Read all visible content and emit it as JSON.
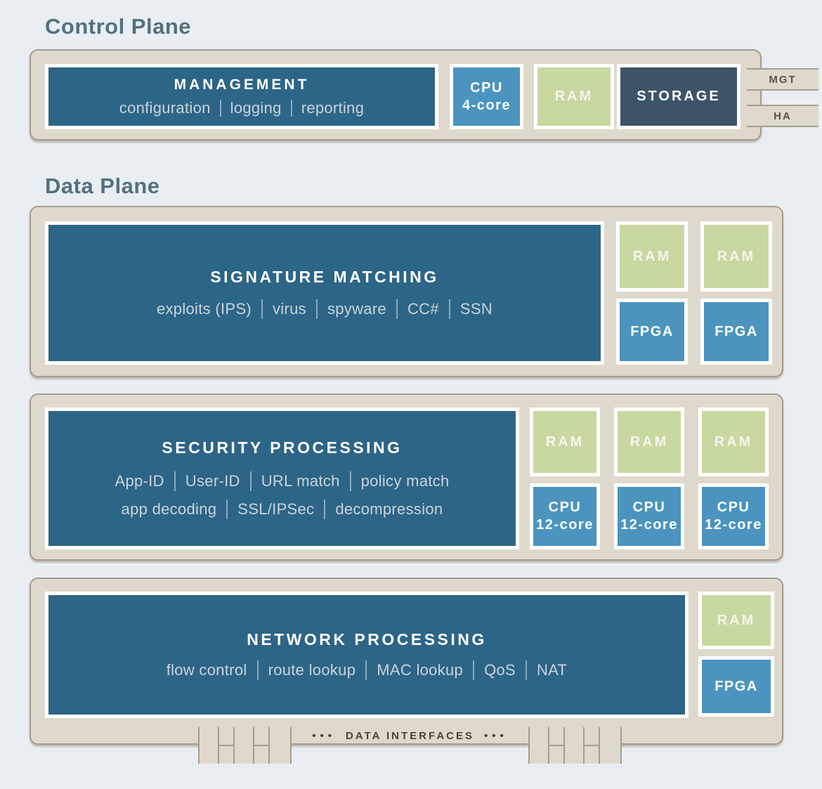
{
  "control_plane": {
    "heading": "Control Plane",
    "management": {
      "title": "MANAGEMENT",
      "functions": [
        "configuration",
        "logging",
        "reporting"
      ]
    },
    "cpu": {
      "line1": "CPU",
      "line2": "4-core"
    },
    "ram_label": "RAM",
    "storage_label": "STORAGE",
    "ports": {
      "mgt": "MGT",
      "ha": "HA"
    }
  },
  "data_plane": {
    "heading": "Data Plane",
    "signature_matching": {
      "title": "SIGNATURE MATCHING",
      "functions": [
        "exploits (IPS)",
        "virus",
        "spyware",
        "CC#",
        "SSN"
      ],
      "ram_labels": [
        "RAM",
        "RAM"
      ],
      "fpga_labels": [
        "FPGA",
        "FPGA"
      ]
    },
    "security_processing": {
      "title": "SECURITY PROCESSING",
      "functions_line1": [
        "App-ID",
        "User-ID",
        "URL match",
        "policy match"
      ],
      "functions_line2": [
        "app decoding",
        "SSL/IPSec",
        "decompression"
      ],
      "ram_labels": [
        "RAM",
        "RAM",
        "RAM"
      ],
      "cpu": {
        "line1": "CPU",
        "line2": "12-core"
      }
    },
    "network_processing": {
      "title": "NETWORK PROCESSING",
      "functions": [
        "flow control",
        "route lookup",
        "MAC lookup",
        "QoS",
        "NAT"
      ],
      "ram_label": "RAM",
      "fpga_label": "FPGA",
      "data_interfaces": {
        "dots": "•••",
        "label": "DATA INTERFACES"
      }
    }
  },
  "colors": {
    "background": "#e9eef3",
    "panel_beige": "#ded9cc",
    "panel_border": "#a59d8e",
    "primary_blue": "#2d6587",
    "light_blue": "#4b94bf",
    "ram_green": "#c7d8a1",
    "storage_slate": "#3d5468",
    "heading_text": "#54707f"
  }
}
